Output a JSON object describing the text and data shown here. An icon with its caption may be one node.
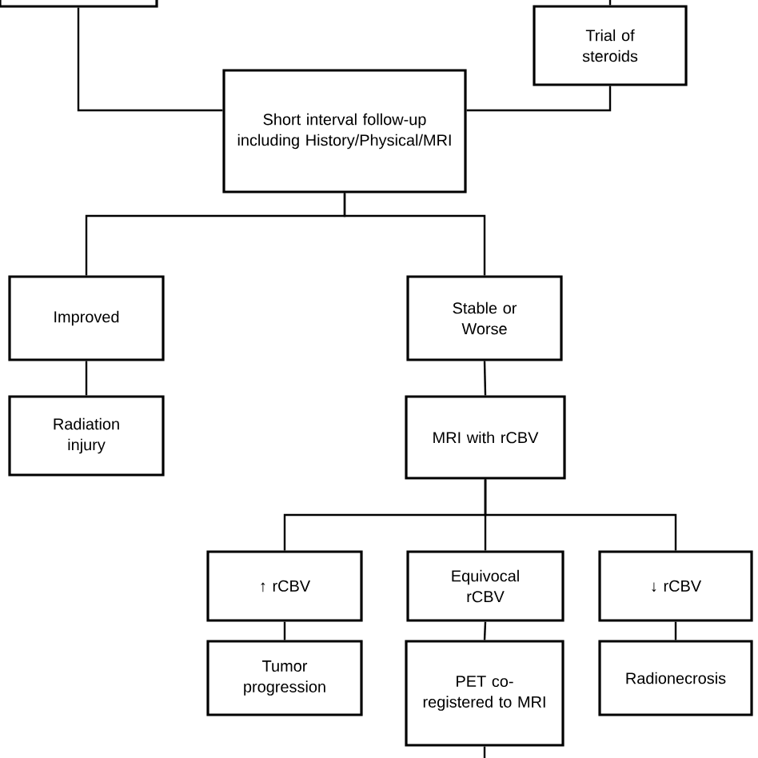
{
  "diagram": {
    "nodes": [
      {
        "text": [],
        "shape": "box"
      },
      {
        "text": [
          "Trial of steroids"
        ]
      },
      {
        "text": [
          "Short interval follow-up including History/Physical/MRI"
        ]
      },
      {
        "text": [
          "Improved"
        ]
      },
      {
        "text": [
          "Stable or Worse"
        ]
      },
      {
        "text": [
          "Radiation injury"
        ]
      },
      {
        "text": [
          "MRI with rCBV"
        ]
      },
      {
        "text": [
          "↑ rCBV"
        ]
      },
      {
        "text": [
          "Equivocal rCBV"
        ]
      },
      {
        "text": [
          "↓ rCBV"
        ]
      },
      {
        "text": [
          "Tumor progression"
        ]
      },
      {
        "text": [
          "PET co-registered to MRI"
        ]
      },
      {
        "text": [
          "Radionecrosis"
        ]
      }
    ],
    "edges": [
      {
        "from": null,
        "to": 1,
        "arrow": "none"
      },
      {
        "from": 0,
        "to": 2,
        "arrow": "none"
      },
      {
        "from": 1,
        "to": 2,
        "arrow": "none"
      },
      {
        "from": 2,
        "to": 3,
        "arrow": "none"
      },
      {
        "from": 2,
        "to": 4,
        "arrow": "none"
      },
      {
        "from": 3,
        "to": 5,
        "arrow": "none"
      },
      {
        "from": 4,
        "to": 6,
        "arrow": "none"
      },
      {
        "from": 6,
        "to": 7,
        "arrow": "none"
      },
      {
        "from": 6,
        "to": 8,
        "arrow": "none"
      },
      {
        "from": 6,
        "to": 9,
        "arrow": "none"
      },
      {
        "from": 7,
        "to": 10,
        "arrow": "none"
      },
      {
        "from": 8,
        "to": 11,
        "arrow": "none"
      },
      {
        "from": 9,
        "to": 12,
        "arrow": "none"
      },
      {
        "from": 11,
        "to": null,
        "arrow": "none"
      }
    ]
  }
}
